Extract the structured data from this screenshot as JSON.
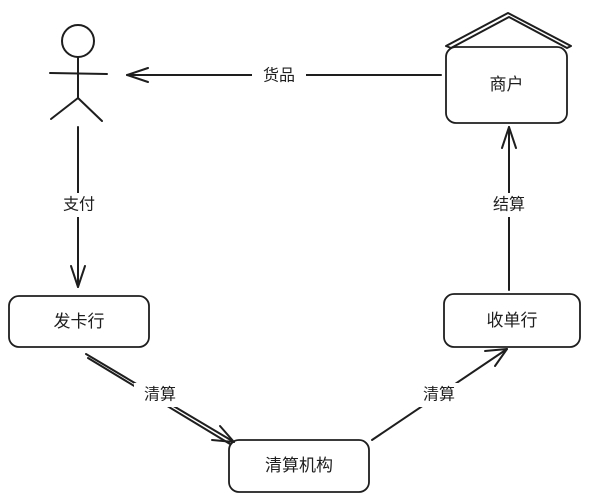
{
  "diagram": {
    "nodes": {
      "customer": {
        "label": "",
        "icon": "stick-figure-icon"
      },
      "merchant": {
        "label": "商户",
        "icon": "house-roof-icon"
      },
      "issuer": {
        "label": "发卡行"
      },
      "acquirer": {
        "label": "收单行"
      },
      "clearing": {
        "label": "清算机构"
      }
    },
    "edges": {
      "goods": {
        "label": "货品",
        "from": "merchant",
        "to": "customer"
      },
      "pay": {
        "label": "支付",
        "from": "customer",
        "to": "issuer"
      },
      "settle": {
        "label": "结算",
        "from": "acquirer",
        "to": "merchant"
      },
      "clear_issuer": {
        "label": "清算",
        "from": "issuer",
        "to": "clearing"
      },
      "clear_acquirer": {
        "label": "清算",
        "from": "clearing",
        "to": "acquirer"
      }
    },
    "colors": {
      "stroke": "#1e1e1e",
      "background": "#ffffff"
    }
  }
}
